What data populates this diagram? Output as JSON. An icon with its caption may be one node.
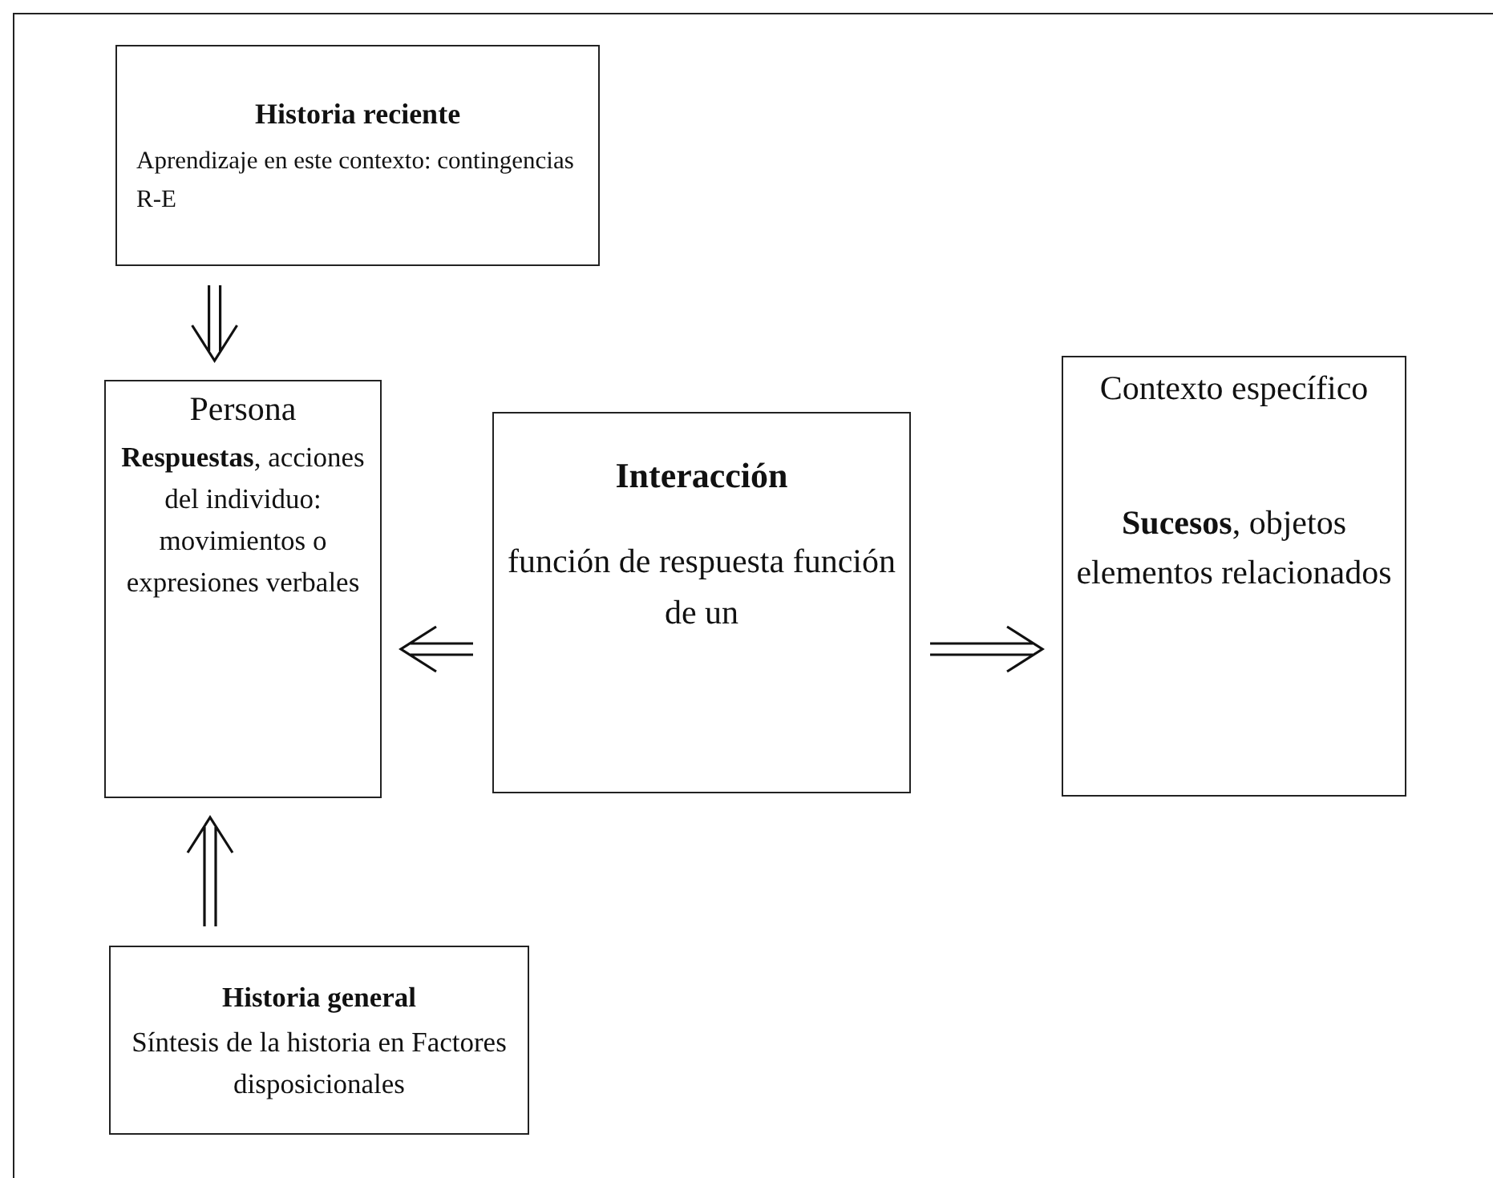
{
  "diagram": {
    "nodes": [
      {
        "text": [
          "Historia reciente",
          "Aprendizaje en este contexto: contingencias R-E"
        ]
      },
      {
        "text": [
          "Persona",
          "**Respuestas**, acciones del individuo: movimientos o expresiones verbales"
        ]
      },
      {
        "text": [
          "Interacción",
          "función de respuesta función de un"
        ]
      },
      {
        "text": [
          "Contexto específico",
          "**Sucesos**, objetos elementos relacionados"
        ]
      },
      {
        "text": [
          "Historia general",
          "Síntesis de la historia en Factores disposicionales"
        ]
      }
    ],
    "edges": [
      {
        "from": 0,
        "to": 1,
        "arrow": "to"
      },
      {
        "from": 4,
        "to": 1,
        "arrow": "to"
      },
      {
        "from": 2,
        "to": 1,
        "arrow": "to"
      },
      {
        "from": 2,
        "to": 3,
        "arrow": "to"
      }
    ]
  }
}
